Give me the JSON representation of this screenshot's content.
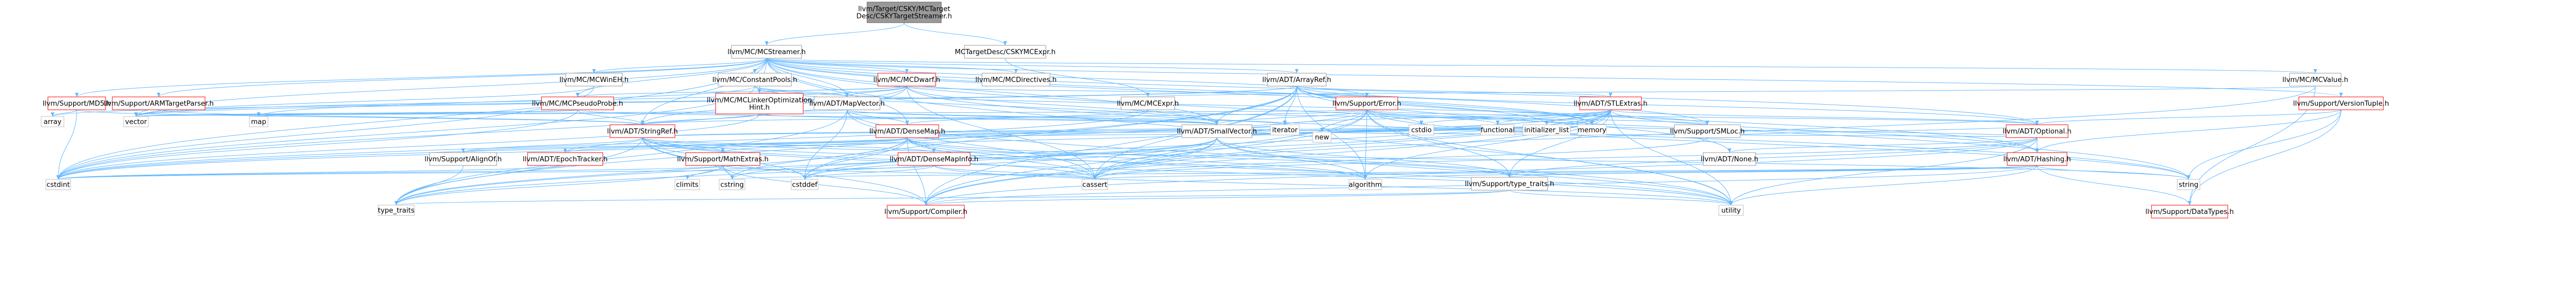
{
  "colors": {
    "edge": "#63b8ff",
    "node_fill": "#ffffff",
    "node_border_normal": "#999999",
    "node_border_truncated": "#ff0000",
    "root_fill": "#999999",
    "root_border": "#666666"
  },
  "nodes": [
    {
      "id": "root",
      "label": "llvm/Target/CSKY/MCTarget\nDesc/CSKYTargetStreamer.h",
      "kind": "root"
    },
    {
      "id": "mcstreamer",
      "label": "llvm/MC/MCStreamer.h",
      "kind": "normal"
    },
    {
      "id": "cskymcexpr",
      "label": "MCTargetDesc/CSKYMCExpr.h",
      "kind": "normal"
    },
    {
      "id": "mcwinemh",
      "label": "llvm/MC/MCWinEH.h",
      "kind": "normal"
    },
    {
      "id": "constantpools",
      "label": "llvm/MC/ConstantPools.h",
      "kind": "normal"
    },
    {
      "id": "mcdwarf",
      "label": "llvm/MC/MCDwarf.h",
      "kind": "truncated"
    },
    {
      "id": "mcdirectives",
      "label": "llvm/MC/MCDirectives.h",
      "kind": "normal"
    },
    {
      "id": "arrayref",
      "label": "llvm/ADT/ArrayRef.h",
      "kind": "normal"
    },
    {
      "id": "mcvalue",
      "label": "llvm/MC/MCValue.h",
      "kind": "normal"
    },
    {
      "id": "supportmd5",
      "label": "llvm/Support/MD5.h",
      "kind": "truncated"
    },
    {
      "id": "armtargetparser",
      "label": "llvm/Support/ARMTargetParser.h",
      "kind": "truncated"
    },
    {
      "id": "mcpseudoprobe",
      "label": "llvm/MC/MCPseudoProbe.h",
      "kind": "truncated"
    },
    {
      "id": "mclinetable",
      "label": "llvm/MC/MCLinkerOptimization\nHint.h",
      "kind": "truncated"
    },
    {
      "id": "mapvector",
      "label": "llvm/ADT/MapVector.h",
      "kind": "normal"
    },
    {
      "id": "mcexpr",
      "label": "llvm/MC/MCExpr.h",
      "kind": "normal"
    },
    {
      "id": "supporterror",
      "label": "llvm/Support/Error.h",
      "kind": "truncated"
    },
    {
      "id": "stlextras",
      "label": "llvm/ADT/STLExtras.h",
      "kind": "truncated"
    },
    {
      "id": "versiontuple",
      "label": "llvm/Support/VersionTuple.h",
      "kind": "truncated"
    },
    {
      "id": "array",
      "label": "array",
      "kind": "system"
    },
    {
      "id": "vector",
      "label": "vector",
      "kind": "system"
    },
    {
      "id": "map",
      "label": "map",
      "kind": "system"
    },
    {
      "id": "stringref",
      "label": "llvm/ADT/StringRef.h",
      "kind": "truncated"
    },
    {
      "id": "densemap",
      "label": "llvm/ADT/DenseMap.h",
      "kind": "truncated"
    },
    {
      "id": "smallvector",
      "label": "llvm/ADT/SmallVector.h",
      "kind": "normal"
    },
    {
      "id": "iterator",
      "label": "iterator",
      "kind": "system"
    },
    {
      "id": "cstdio",
      "label": "cstdio",
      "kind": "system"
    },
    {
      "id": "supportsmloc",
      "label": "llvm/Support/SMLoc.h",
      "kind": "normal"
    },
    {
      "id": "optional",
      "label": "llvm/ADT/Optional.h",
      "kind": "truncated"
    },
    {
      "id": "functional",
      "label": "functional",
      "kind": "system"
    },
    {
      "id": "initializer_list",
      "label": "initializer_list",
      "kind": "system"
    },
    {
      "id": "memory",
      "label": "memory",
      "kind": "system"
    },
    {
      "id": "new",
      "label": "new",
      "kind": "system"
    },
    {
      "id": "alignof",
      "label": "llvm/Support/AlignOf.h",
      "kind": "normal"
    },
    {
      "id": "epochtracker",
      "label": "llvm/ADT/EpochTracker.h",
      "kind": "truncated"
    },
    {
      "id": "mathextras",
      "label": "llvm/Support/MathExtras.h",
      "kind": "truncated"
    },
    {
      "id": "densemapinfo",
      "label": "llvm/ADT/DenseMapInfo.h",
      "kind": "truncated"
    },
    {
      "id": "adtnone",
      "label": "llvm/ADT/None.h",
      "kind": "normal"
    },
    {
      "id": "hashing",
      "label": "llvm/ADT/Hashing.h",
      "kind": "truncated"
    },
    {
      "id": "cstdint",
      "label": "cstdint",
      "kind": "system"
    },
    {
      "id": "climits",
      "label": "climits",
      "kind": "system"
    },
    {
      "id": "cstring",
      "label": "cstring",
      "kind": "system"
    },
    {
      "id": "cstddef",
      "label": "cstddef",
      "kind": "system"
    },
    {
      "id": "cassert",
      "label": "cassert",
      "kind": "system"
    },
    {
      "id": "typetraits_sup",
      "label": "llvm/Support/type_traits.h",
      "kind": "normal"
    },
    {
      "id": "algorithm",
      "label": "algorithm",
      "kind": "system"
    },
    {
      "id": "string",
      "label": "string",
      "kind": "system"
    },
    {
      "id": "datatypes",
      "label": "llvm/Support/DataTypes.h",
      "kind": "truncated"
    },
    {
      "id": "type_traits",
      "label": "type_traits",
      "kind": "system"
    },
    {
      "id": "compiler",
      "label": "llvm/Support/Compiler.h",
      "kind": "truncated"
    },
    {
      "id": "utility",
      "label": "utility",
      "kind": "system"
    }
  ]
}
